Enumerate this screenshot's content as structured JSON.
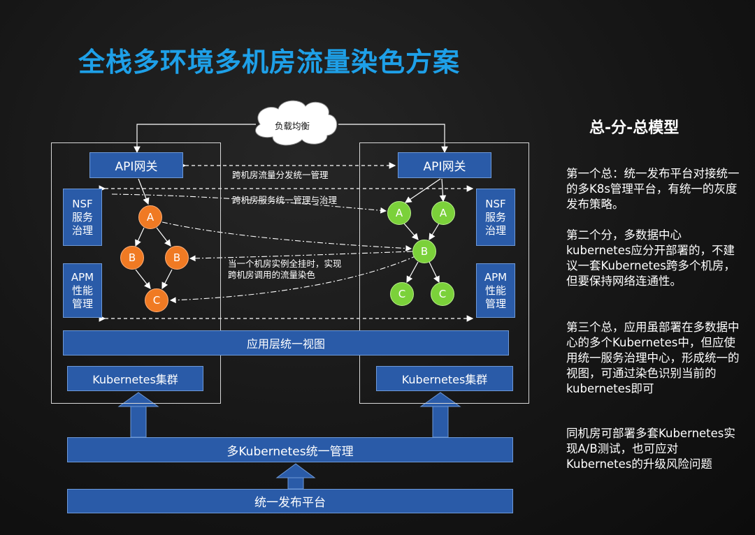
{
  "title": "全栈多环境多机房流量染色方案",
  "cloud_label": "负载均衡",
  "left": {
    "gateway": "API网关",
    "nsf": "NSF\n服务\n治理",
    "apm": "APM\n性能\n管理",
    "cluster": "Kubernetes集群",
    "nodes": [
      "A",
      "B",
      "B",
      "C"
    ]
  },
  "right": {
    "gateway": "API网关",
    "nsf": "NSF\n服务\n治理",
    "apm": "APM\n性能\n管理",
    "cluster": "Kubernetes集群",
    "nodes": [
      "A",
      "A",
      "B",
      "C",
      "C"
    ]
  },
  "annotations": {
    "traffic": "跨机房流量分发统一管理",
    "service": "跨机房服务统一管理与治理",
    "dye_line1": "当一个机房实例全挂时，实现",
    "dye_line2": "跨机房调用的流量染色"
  },
  "unified_view": "应用层统一视图",
  "multi_k8s": "多Kubernetes统一管理",
  "platform": "统一发布平台",
  "model": {
    "title": "总-分-总模型",
    "p1": "第一个总：统一发布平台对接统一的多K8s管理平台，有统一的灰度发布策略。",
    "p2": "第二个分，多数据中心kubernetes应分开部署的，不建议一套Kubernetes跨多个机房，但要保持网络连通性。",
    "p3": "第三个总，应用虽部署在多数据中心的多个Kubernetes中，但应使用统一服务治理中心，形成统一的视图，可通过染色识别当前的kubernetes即可",
    "p4": "同机房可部署多套Kubernetes实现A/B测试，也可应对Kubernetes的升级风险问题"
  }
}
